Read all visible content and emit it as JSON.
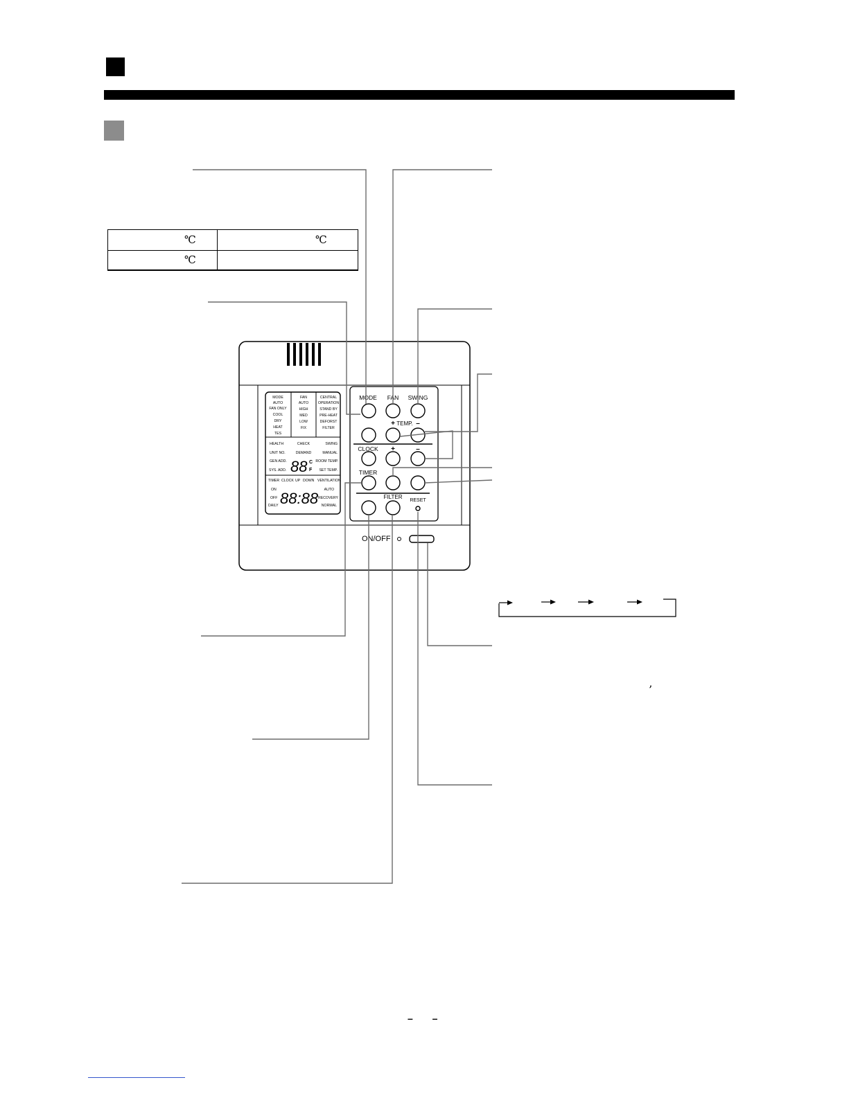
{
  "table": {
    "cells": [
      [
        "℃",
        "℃"
      ],
      [
        "℃",
        ""
      ]
    ]
  },
  "controller": {
    "buttons": {
      "mode": "MODE",
      "fan": "FAN",
      "swing": "SWING",
      "temp": "TEMP.",
      "temp_plus": "+",
      "temp_minus": "–",
      "clock": "CLOCK",
      "clock_plus": "+",
      "clock_minus": "–",
      "timer": "TIMER",
      "filter": "FILTER",
      "reset": "RESET",
      "onoff": "ON/OFF"
    },
    "lcd": {
      "col1": [
        "MODE",
        "AUTO",
        "FAN ONLY",
        "COOL",
        "DRY",
        "HEAT",
        "TES"
      ],
      "col2": [
        "FAN",
        "AUTO",
        "HIGH",
        "MED",
        "LOW",
        "FIX"
      ],
      "col3": [
        "CENTRAL",
        "OPERATION",
        "STAND BY",
        "PRE-HEAT",
        "DEFORST",
        "FILTER"
      ],
      "mid_left": [
        "HEALTH",
        "UNIT NO.",
        "GEN ADD.",
        "SYS. ADD."
      ],
      "mid_center": [
        "CHECK",
        "DEMAND"
      ],
      "mid_right": [
        "SWING",
        "MANUAL",
        "ROOM TEMP.",
        "SET TEMP."
      ],
      "temp_digits": "88",
      "unit_c": "C",
      "unit_f": "F",
      "bot_top": [
        "TIMER",
        "CLOCK",
        "UP",
        "DOWN",
        "VENTILATION"
      ],
      "bot_left": [
        "ON",
        "OFF",
        "DAILY"
      ],
      "time_digits": "88:88",
      "bot_right": [
        "AUTO",
        "RECOVERY",
        "NORMAL"
      ]
    }
  },
  "cycle_comma": "’",
  "page_marks": "– –"
}
